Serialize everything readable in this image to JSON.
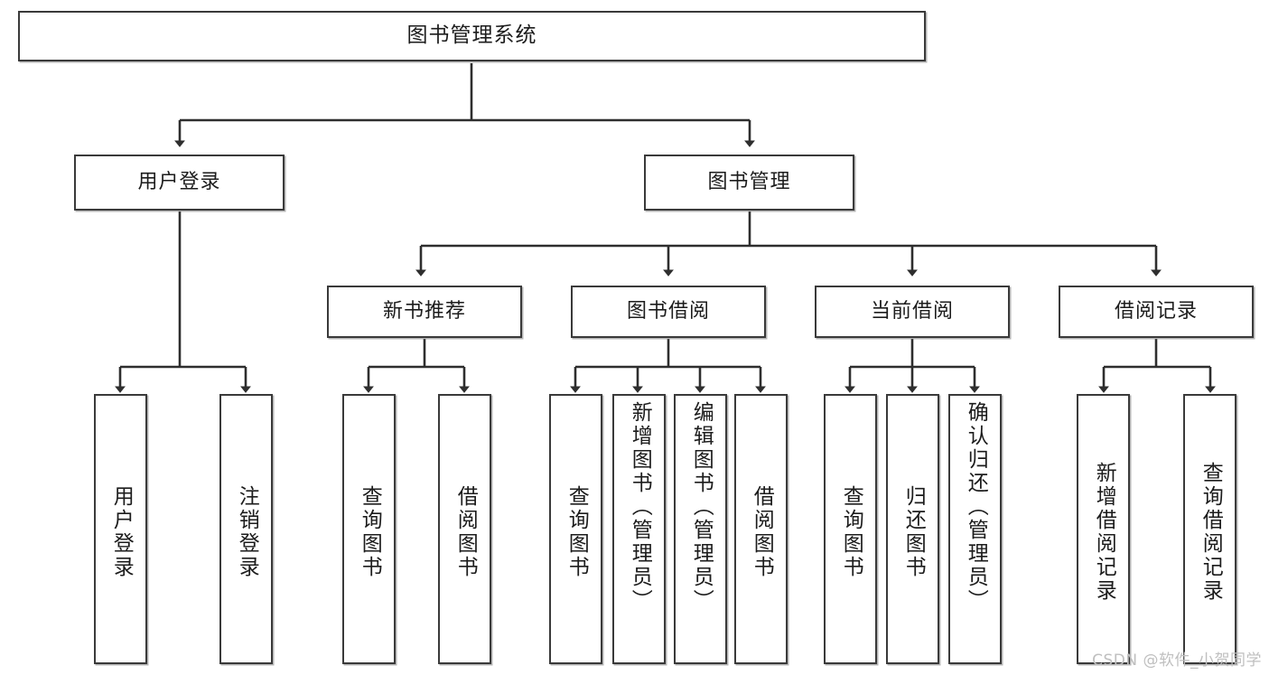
{
  "diagram": {
    "type": "tree",
    "title": "图书管理系统",
    "watermark": "CSDN @软件_小贺同学",
    "colors": {
      "box_border": "#3a3a3a",
      "box_fill": "#ffffff",
      "connector": "#2e2e2e",
      "text": "#1c1c1c",
      "watermark": "#bfbfbf"
    },
    "root": {
      "label": "图书管理系统"
    },
    "level2": [
      {
        "label": "用户登录"
      },
      {
        "label": "图书管理"
      }
    ],
    "level3": [
      {
        "label": "新书推荐"
      },
      {
        "label": "图书借阅"
      },
      {
        "label": "当前借阅"
      },
      {
        "label": "借阅记录"
      }
    ],
    "leaves": {
      "user_login": [
        {
          "label": "用户登录"
        },
        {
          "label": "注销登录"
        }
      ],
      "new_book": [
        {
          "label": "查询图书"
        },
        {
          "label": "借阅图书"
        }
      ],
      "book_borrow": [
        {
          "label": "查询图书"
        },
        {
          "label": "新增图书（管理员）"
        },
        {
          "label": "编辑图书（管理员）"
        },
        {
          "label": "借阅图书"
        }
      ],
      "current_borrow": [
        {
          "label": "查询图书"
        },
        {
          "label": "归还图书"
        },
        {
          "label": "确认归还（管理员）"
        }
      ],
      "borrow_record": [
        {
          "label": "新增借阅记录"
        },
        {
          "label": "查询借阅记录"
        }
      ]
    }
  }
}
